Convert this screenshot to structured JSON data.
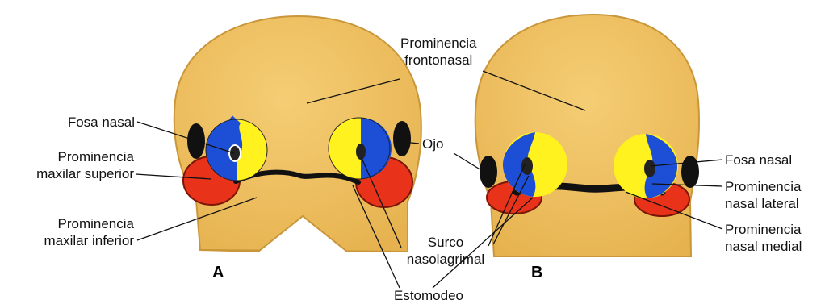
{
  "panels": {
    "a": "A",
    "b": "B"
  },
  "labels": {
    "prominencia_frontonasal": "Prominencia\nfrontonasal",
    "fosa_nasal_a": "Fosa nasal",
    "prominencia_maxilar_superior": "Prominencia\nmaxilar superior",
    "prominencia_maxilar_inferior": "Prominencia\nmaxilar inferior",
    "ojo": "Ojo",
    "surco_nasolagrimal": "Surco\nnasolagrimal",
    "estomodeo": "Estomodeo",
    "fosa_nasal_b": "Fosa nasal",
    "prominencia_nasal_lateral": "Prominencia\nnasal lateral",
    "prominencia_nasal_medial": "Prominencia\nnasal medial"
  },
  "colors": {
    "skin": "#eebd5f",
    "skin_edge": "#c9963a",
    "eye_black": "#111111",
    "lateral_nasal_blue": "#1d4fd6",
    "medial_nasal_yellow": "#fff21e",
    "maxillary_red": "#e8321a"
  }
}
